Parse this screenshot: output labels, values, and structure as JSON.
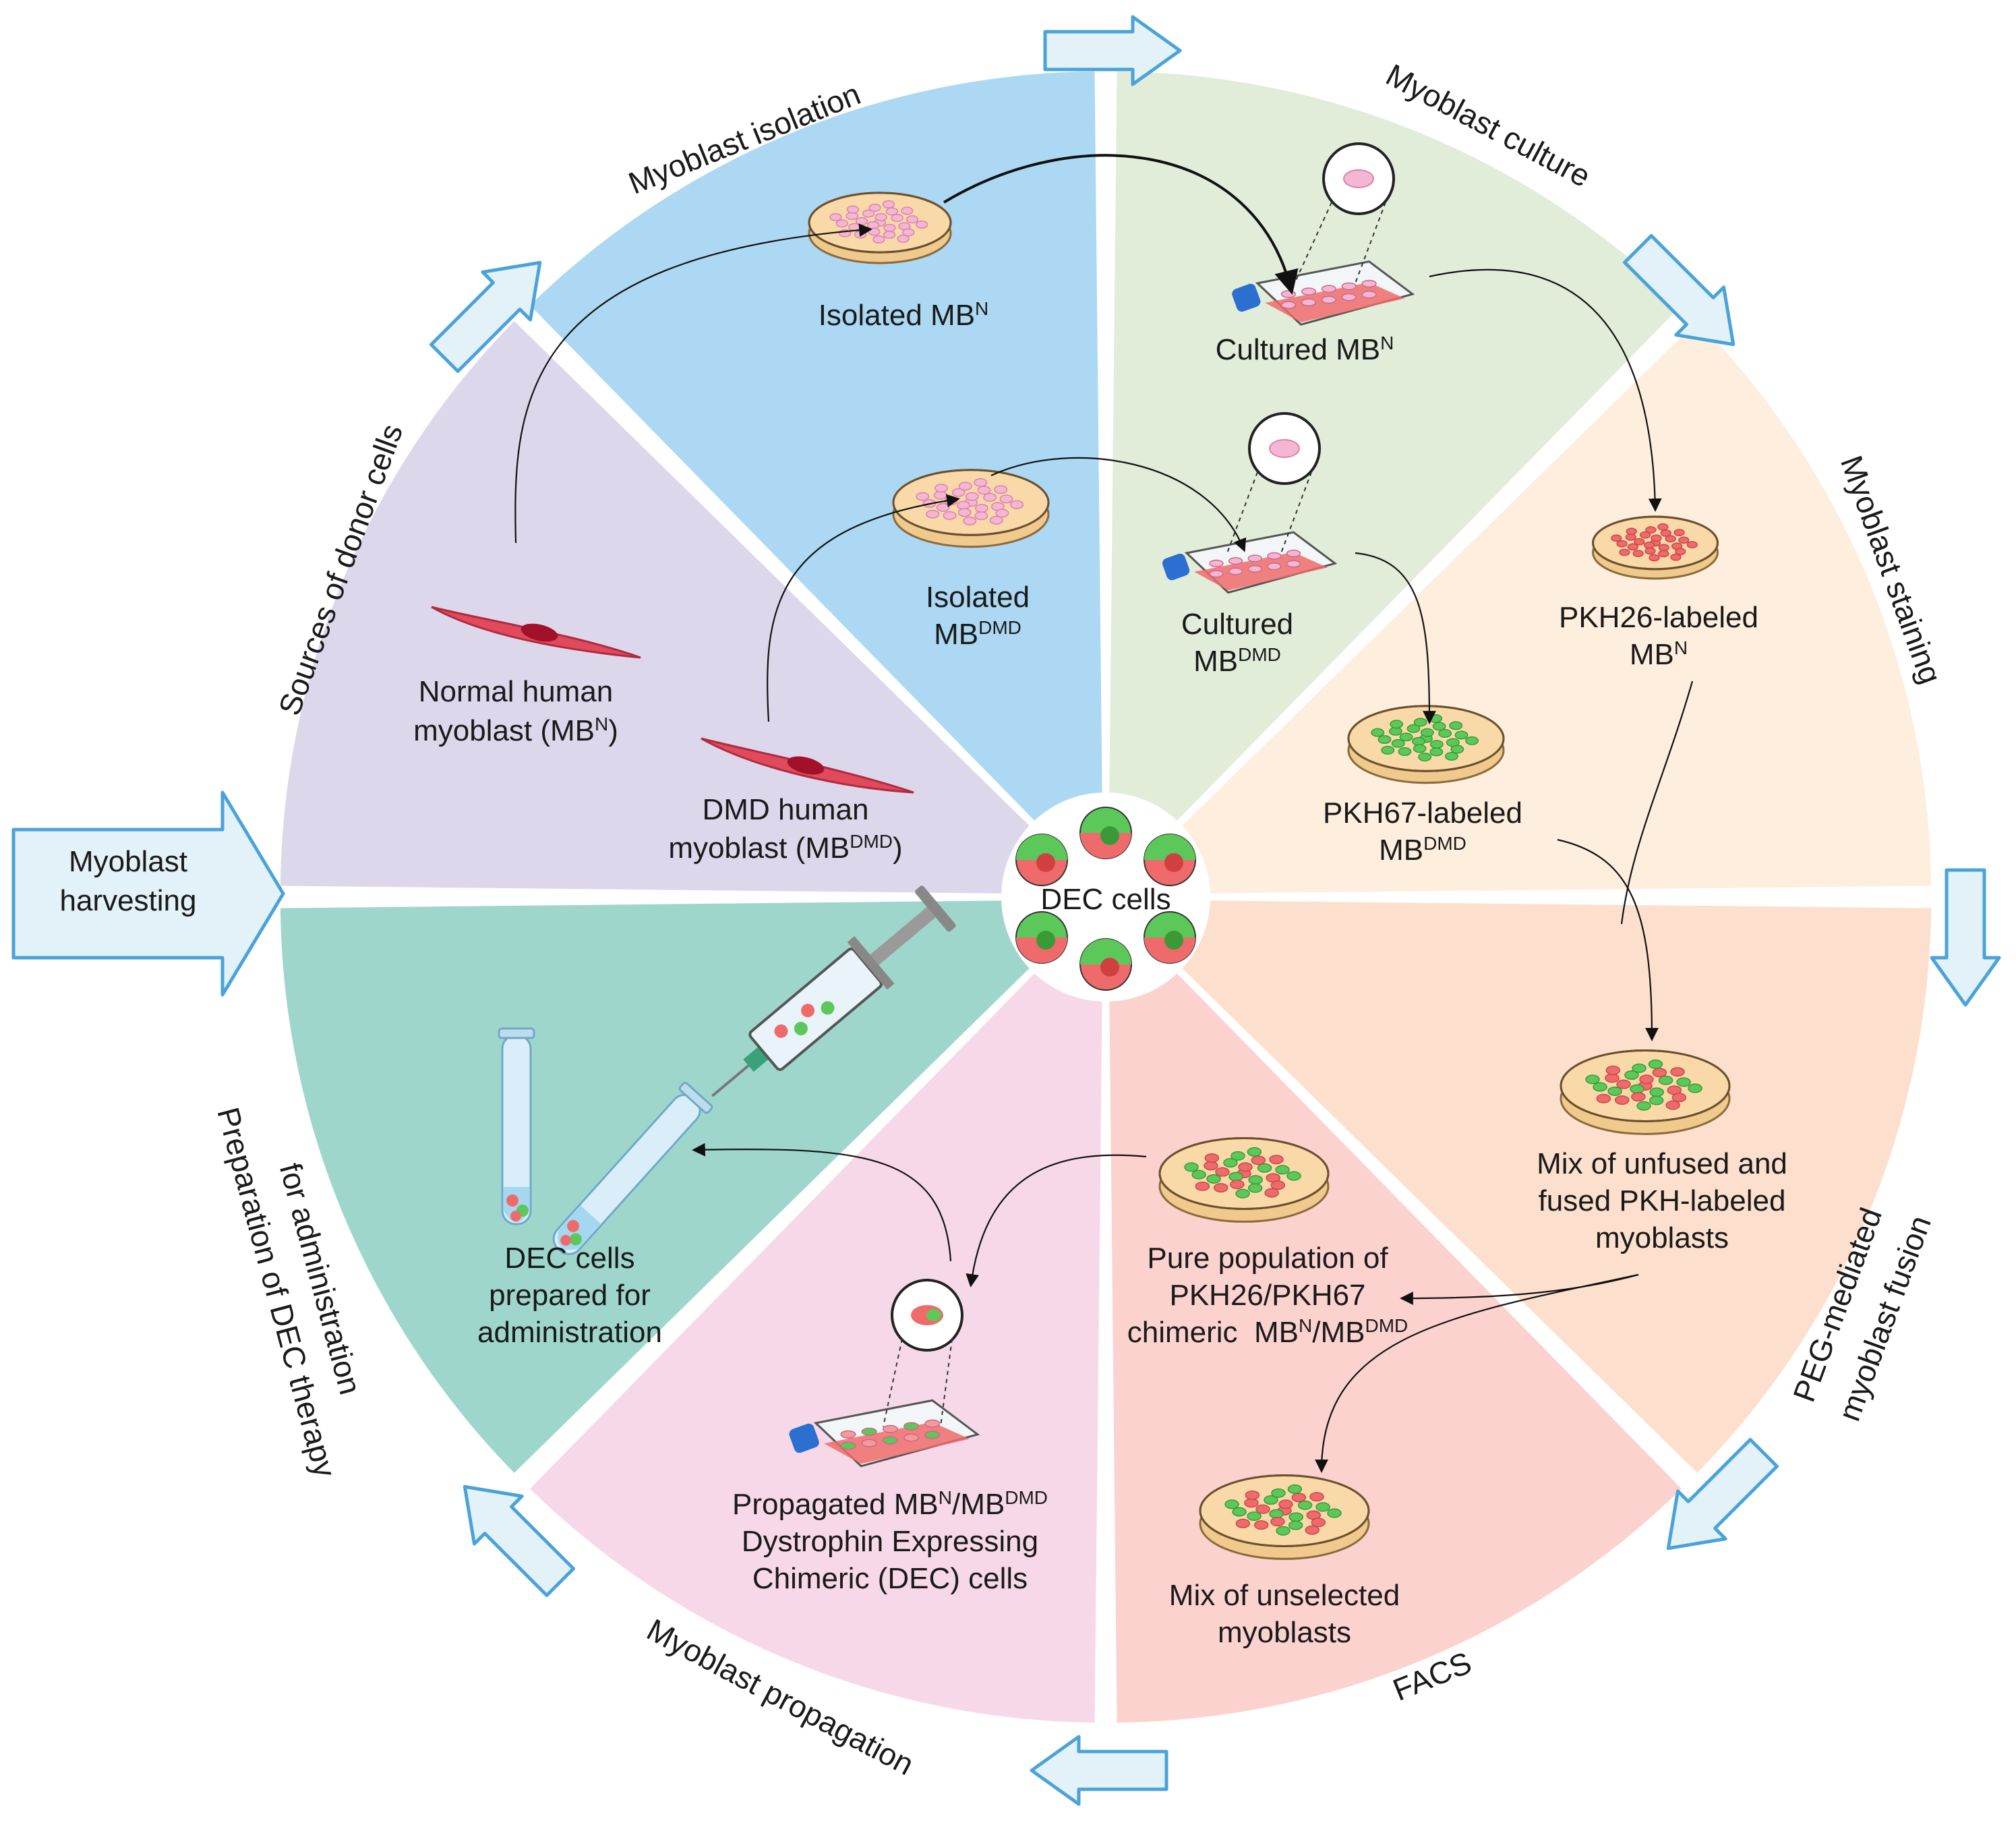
{
  "center": {
    "label": "DEC cells"
  },
  "entry_arrow": {
    "line1": "Myoblast",
    "line2": "harvesting"
  },
  "stages": [
    {
      "id": "sources",
      "label": "Sources of donor cells",
      "color": "#ddd7ec"
    },
    {
      "id": "isolation",
      "label": "Myoblast isolation",
      "color": "#acd8f3"
    },
    {
      "id": "culture",
      "label": "Myoblast culture",
      "color": "#e1ecd9"
    },
    {
      "id": "staining",
      "label": "Myoblast staining",
      "color": "#fdeede"
    },
    {
      "id": "fusion",
      "label_line1": "PEG-mediated",
      "label_line2": "myoblast fusion",
      "color": "#fce0cd"
    },
    {
      "id": "facs",
      "label": "FACS",
      "color": "#fbd2ce"
    },
    {
      "id": "propagation",
      "label": "Myoblast propagation",
      "color": "#f7d8e8"
    },
    {
      "id": "preparation",
      "label_line1": "Preparation of DEC therapy",
      "label_line2": "for administration",
      "color": "#9fd6cc"
    }
  ],
  "items": {
    "normal_myoblast": {
      "line1": "Normal human",
      "line2": "myoblast (MB",
      "sup": "N",
      "tail": ")"
    },
    "dmd_myoblast": {
      "line1": "DMD human",
      "line2": "myoblast (MB",
      "sup": "DMD",
      "tail": ")"
    },
    "isolated_mbn": {
      "base": "Isolated MB",
      "sup": "N"
    },
    "isolated_mbdmd": {
      "line1": "Isolated",
      "base": "MB",
      "sup": "DMD"
    },
    "cultured_mbn": {
      "base": "Cultured MB",
      "sup": "N"
    },
    "cultured_mbdmd": {
      "line1": "Cultured",
      "base": "MB",
      "sup": "DMD"
    },
    "pkh26": {
      "line1": "PKH26-labeled",
      "base": "MB",
      "sup": "N"
    },
    "pkh67": {
      "line1": "PKH67-labeled",
      "base": "MB",
      "sup": "DMD"
    },
    "mix_fused": {
      "line1": "Mix of unfused and",
      "line2": "fused PKH-labeled",
      "line3": "myoblasts"
    },
    "mix_unselected": {
      "line1": "Mix of unselected",
      "line2": "myoblasts"
    },
    "pure_population": {
      "line1": "Pure population of",
      "line2": "PKH26/PKH67",
      "line3_a": "chimeric  MB",
      "sup1": "N",
      "line3_b": "/MB",
      "sup2": "DMD"
    },
    "propagated": {
      "line1_a": "Propagated MB",
      "sup1": "N",
      "line1_b": "/MB",
      "sup2": "DMD",
      "line2": "Dystrophin Expressing",
      "line3": "Chimeric (DEC) cells"
    },
    "dec_prepared": {
      "line1": "DEC cells",
      "line2": "prepared for",
      "line3": "administration"
    }
  },
  "colors": {
    "arrow_fill": "#e3f1f8",
    "arrow_stroke": "#4aa3d8",
    "dish_medium": "#f9d9a8",
    "red_cell": "#ef6b6b",
    "green_cell": "#5cc85a",
    "pink_cell": "#f4b6d2",
    "flask_cap": "#2b6fd0",
    "myoblast": "#e04a5c"
  }
}
